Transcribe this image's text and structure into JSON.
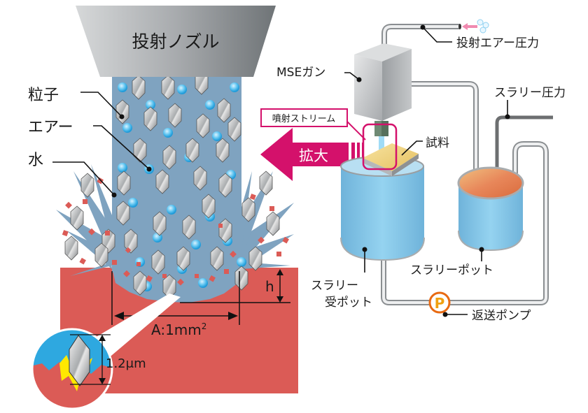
{
  "nozzle": {
    "label": "投射ノズル"
  },
  "left_labels": {
    "particle": "粒子",
    "air": "エアー",
    "water": "水"
  },
  "dimensions": {
    "area": "A:1mm",
    "area_superscript": "2",
    "depth": "h",
    "particle_size": "1.2μm"
  },
  "enlarge_arrow": {
    "label": "拡大"
  },
  "system_labels": {
    "gun": "MSEガン",
    "air_pressure": "投射エアー圧力",
    "slurry_pressure": "スラリー圧力",
    "jet_stream": "噴射ストリーム",
    "sample": "試料",
    "receiver_pot_line1": "スラリー",
    "receiver_pot_line2": "受ポット",
    "slurry_pot": "スラリーポット",
    "pump": "返送ポンプ",
    "pump_symbol": "P"
  },
  "colors": {
    "workpiece": "#db5b56",
    "stream": "#7fa3c0",
    "accent_magenta": "#d4116b",
    "pump_orange": "#e86a12",
    "pump_yellow": "#f0a010",
    "water_blue": "#7fc6e8",
    "slurry_orange": "#e8875a",
    "zoom_bg": "#2ea8e0",
    "chip_yellow": "#ffe800"
  }
}
